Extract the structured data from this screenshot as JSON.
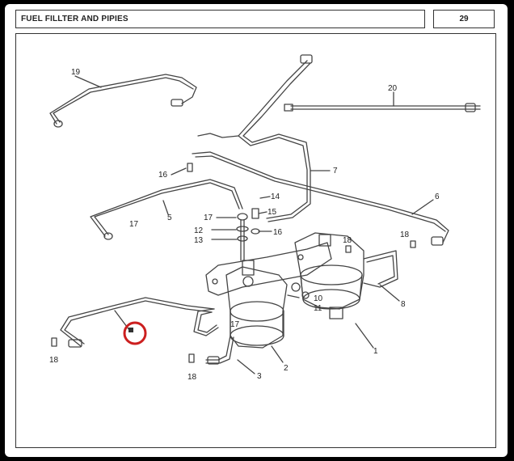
{
  "header": {
    "title": "FUEL FILLTER AND PIPIES",
    "page_number": "29"
  },
  "callouts": {
    "c1": "1",
    "c2": "2",
    "c3": "3",
    "c5": "5",
    "c6": "6",
    "c7": "7",
    "c8": "8",
    "c10": "10",
    "c11": "11",
    "c12": "12",
    "c13": "13",
    "c14": "14",
    "c15": "15",
    "c16a": "16",
    "c16b": "16",
    "c17a": "17",
    "c17b": "17",
    "c17c": "17",
    "c18a": "18",
    "c18b": "18",
    "c18c": "18",
    "c18d": "18",
    "c19": "19",
    "c20": "20"
  },
  "colors": {
    "highlight": "#cc1f1f",
    "line": "#444444"
  }
}
